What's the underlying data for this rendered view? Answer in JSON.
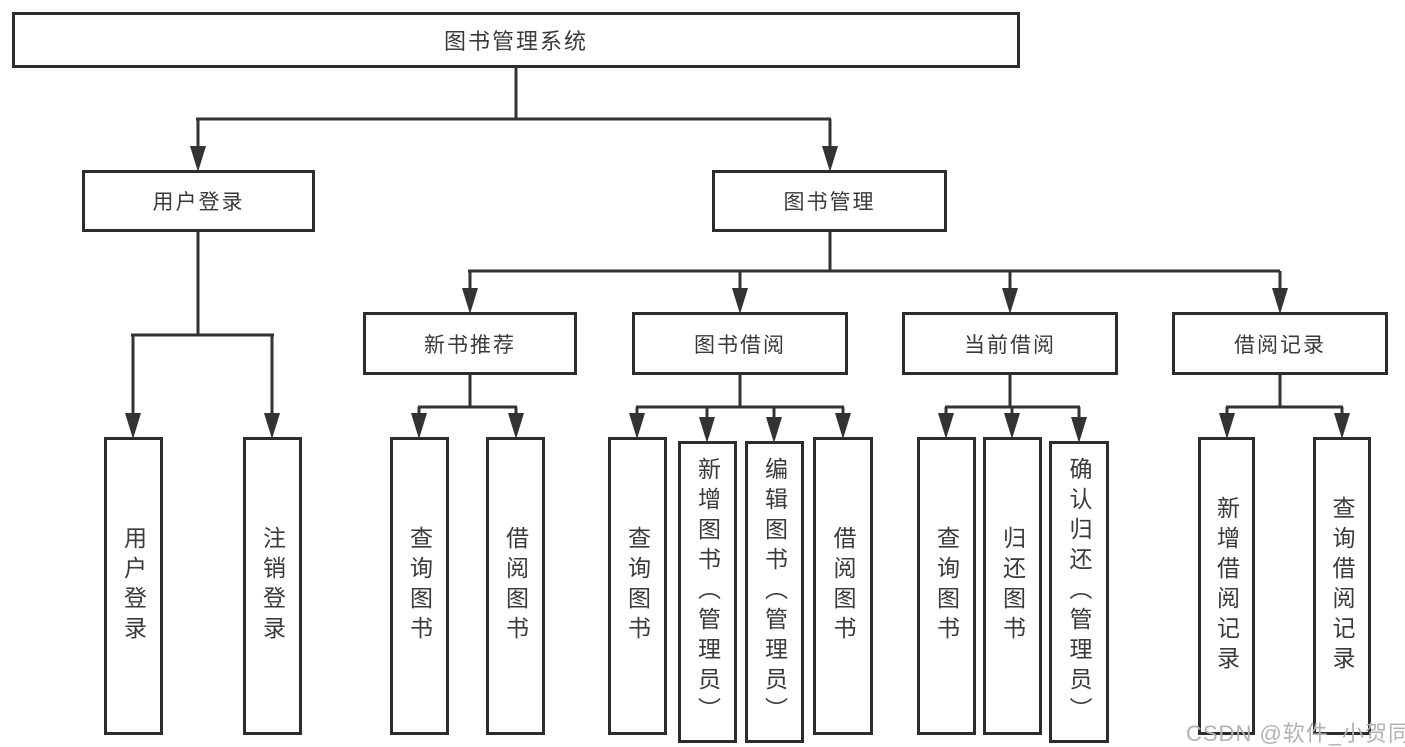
{
  "diagram": {
    "root": {
      "label": "图书管理系统"
    },
    "level2": [
      {
        "id": "user-login-group",
        "label": "用户登录"
      },
      {
        "id": "book-management",
        "label": "图书管理"
      }
    ],
    "level3": [
      {
        "id": "new-book-recommend",
        "label": "新书推荐",
        "parent": "图书管理"
      },
      {
        "id": "book-borrowing",
        "label": "图书借阅",
        "parent": "图书管理"
      },
      {
        "id": "current-borrowing",
        "label": "当前借阅",
        "parent": "图书管理"
      },
      {
        "id": "borrow-records",
        "label": "借阅记录",
        "parent": "图书管理"
      }
    ],
    "leaves": [
      {
        "parent": "用户登录",
        "label": "用户登录"
      },
      {
        "parent": "用户登录",
        "label": "注销登录"
      },
      {
        "parent": "新书推荐",
        "label": "查询图书"
      },
      {
        "parent": "新书推荐",
        "label": "借阅图书"
      },
      {
        "parent": "图书借阅",
        "label": "查询图书"
      },
      {
        "parent": "图书借阅",
        "label": "新增图书（管理员）"
      },
      {
        "parent": "图书借阅",
        "label": "编辑图书（管理员）"
      },
      {
        "parent": "图书借阅",
        "label": "借阅图书"
      },
      {
        "parent": "当前借阅",
        "label": "查询图书"
      },
      {
        "parent": "当前借阅",
        "label": "归还图书"
      },
      {
        "parent": "当前借阅",
        "label": "确认归还（管理员）"
      },
      {
        "parent": "借阅记录",
        "label": "新增借阅记录"
      },
      {
        "parent": "借阅记录",
        "label": "查询借阅记录"
      }
    ]
  },
  "watermark": {
    "text": "CSDN @软件_小贺同学"
  },
  "colors": {
    "line": "#333333",
    "box_border": "#2d2d2d",
    "text": "#3a3a3a",
    "watermark": "#b2b2b2",
    "background": "#ffffff"
  }
}
